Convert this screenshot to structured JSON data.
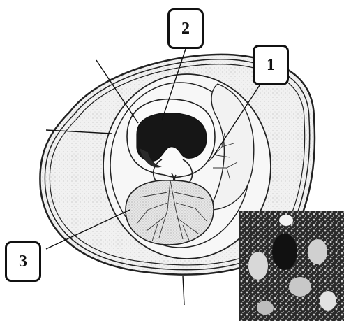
{
  "labels": {
    "label_1": "1",
    "label_2": "2",
    "label_3": "3"
  },
  "colors": {
    "stroke": "#222222",
    "shell_fill": "#eeeeee",
    "embryo_dark": "#161616",
    "yolk_fill": "#e4e4e4"
  }
}
